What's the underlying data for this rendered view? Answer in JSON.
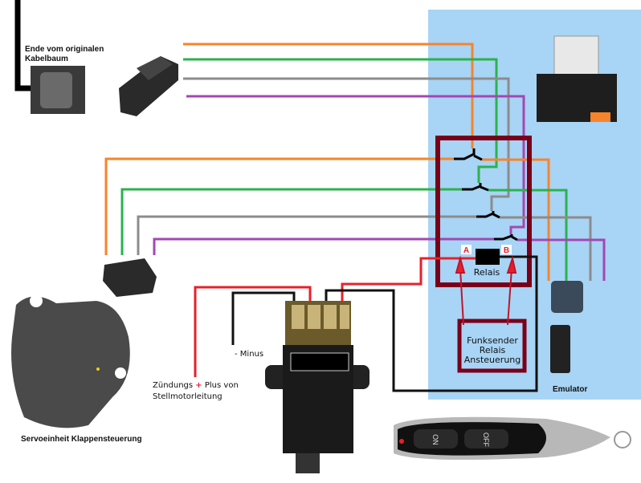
{
  "labels": {
    "harness_end": "Ende vom originalen Kabelbaum",
    "relay": "Relais",
    "relay_terminal_a": "A",
    "relay_terminal_b": "B",
    "radio_control": "Funksender Relais Ansteuerung",
    "emulator": "Emulator",
    "servo": "Servoeinheit Klappensteuerung",
    "minus": "- Minus",
    "ignition_prefix": "Zündungs",
    "ignition_plus": "+",
    "ignition_suffix": "Plus von Stellmotorleitung",
    "remote_on": "ON",
    "remote_off": "OFF"
  },
  "colors": {
    "orange_wire": "#f7842a",
    "green_wire": "#2bb24c",
    "gray_wire": "#8c8c8c",
    "purple_wire": "#a347b4",
    "red_wire": "#e8202a",
    "black_wire": "#111111",
    "relay_box": "#7a0019",
    "panel": "#a8d4f5"
  }
}
